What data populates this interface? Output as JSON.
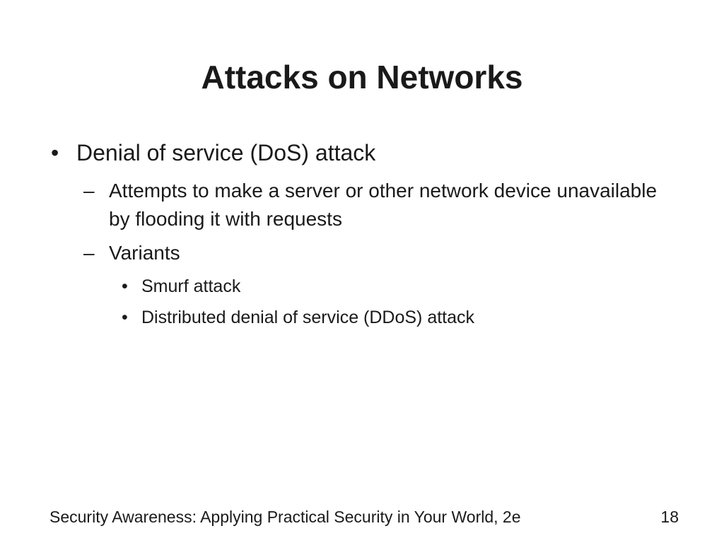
{
  "slide": {
    "title": "Attacks on Networks",
    "bullets": [
      {
        "marker": "•",
        "text": "Denial of service (DoS) attack",
        "sub": [
          {
            "marker": "–",
            "text": "Attempts to make a server or other network device unavailable by flooding it with requests",
            "sub": []
          },
          {
            "marker": "–",
            "text": "Variants",
            "sub": [
              {
                "marker": "•",
                "text": "Smurf attack"
              },
              {
                "marker": "•",
                "text": "Distributed denial of service (DDoS) attack"
              }
            ]
          }
        ]
      }
    ]
  },
  "footer": {
    "text": "Security Awareness: Applying Practical Security in Your World, 2e",
    "page_number": "18"
  }
}
